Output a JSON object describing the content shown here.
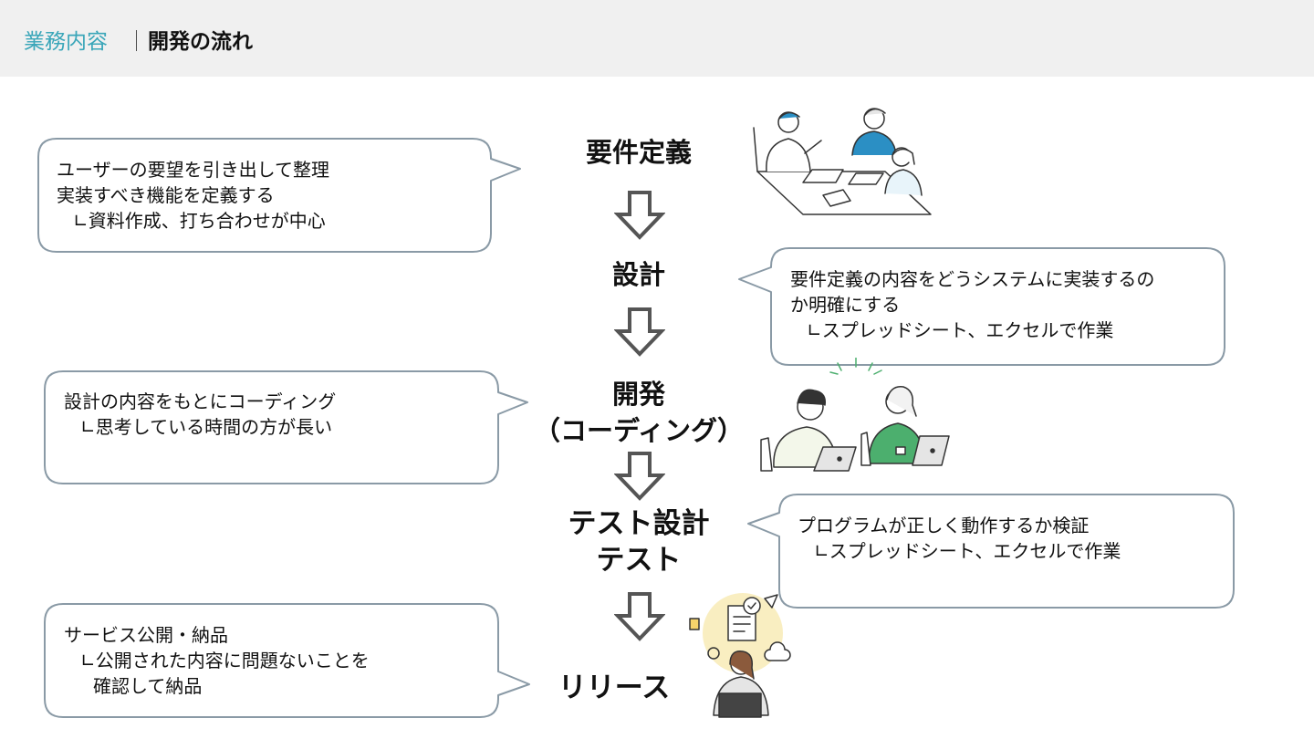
{
  "header": {
    "category": "業務内容",
    "separator": "｜",
    "title": "開発の流れ"
  },
  "steps": {
    "requirements": {
      "line1": "要件定義"
    },
    "design": {
      "line1": "設計"
    },
    "development": {
      "line1": "開発",
      "line2": "（コーディング）"
    },
    "testing": {
      "line1": "テスト設計",
      "line2": "テスト"
    },
    "release": {
      "line1": "リリース"
    }
  },
  "bubbles": {
    "requirements": {
      "line1": "ユーザーの要望を引き出して整理",
      "line2": "実装すべき機能を定義する",
      "line3": "∟資料作成、打ち合わせが中心"
    },
    "design": {
      "line1": "要件定義の内容をどうシステムに実装するの",
      "line2": "か明確にする",
      "line3": "∟スプレッドシート、エクセルで作業"
    },
    "development": {
      "line1": "設計の内容をもとにコーディング",
      "line2": "∟思考している時間の方が長い"
    },
    "testing": {
      "line1": "プログラムが正しく動作するか検証",
      "line2": "∟スプレッドシート、エクセルで作業"
    },
    "release": {
      "line1": "サービス公開・納品",
      "line2": "∟公開された内容に問題ないことを",
      "line3": "確認して納品"
    }
  },
  "colors": {
    "accent": "#3aa6b9",
    "bubble_border": "#8a9aa6",
    "arrow": "#555555",
    "header_bg": "#f0f0f0",
    "illustration_blue": "#2b8fc4",
    "illustration_green": "#4caf6e",
    "illustration_yellow": "#f6e7a6"
  }
}
